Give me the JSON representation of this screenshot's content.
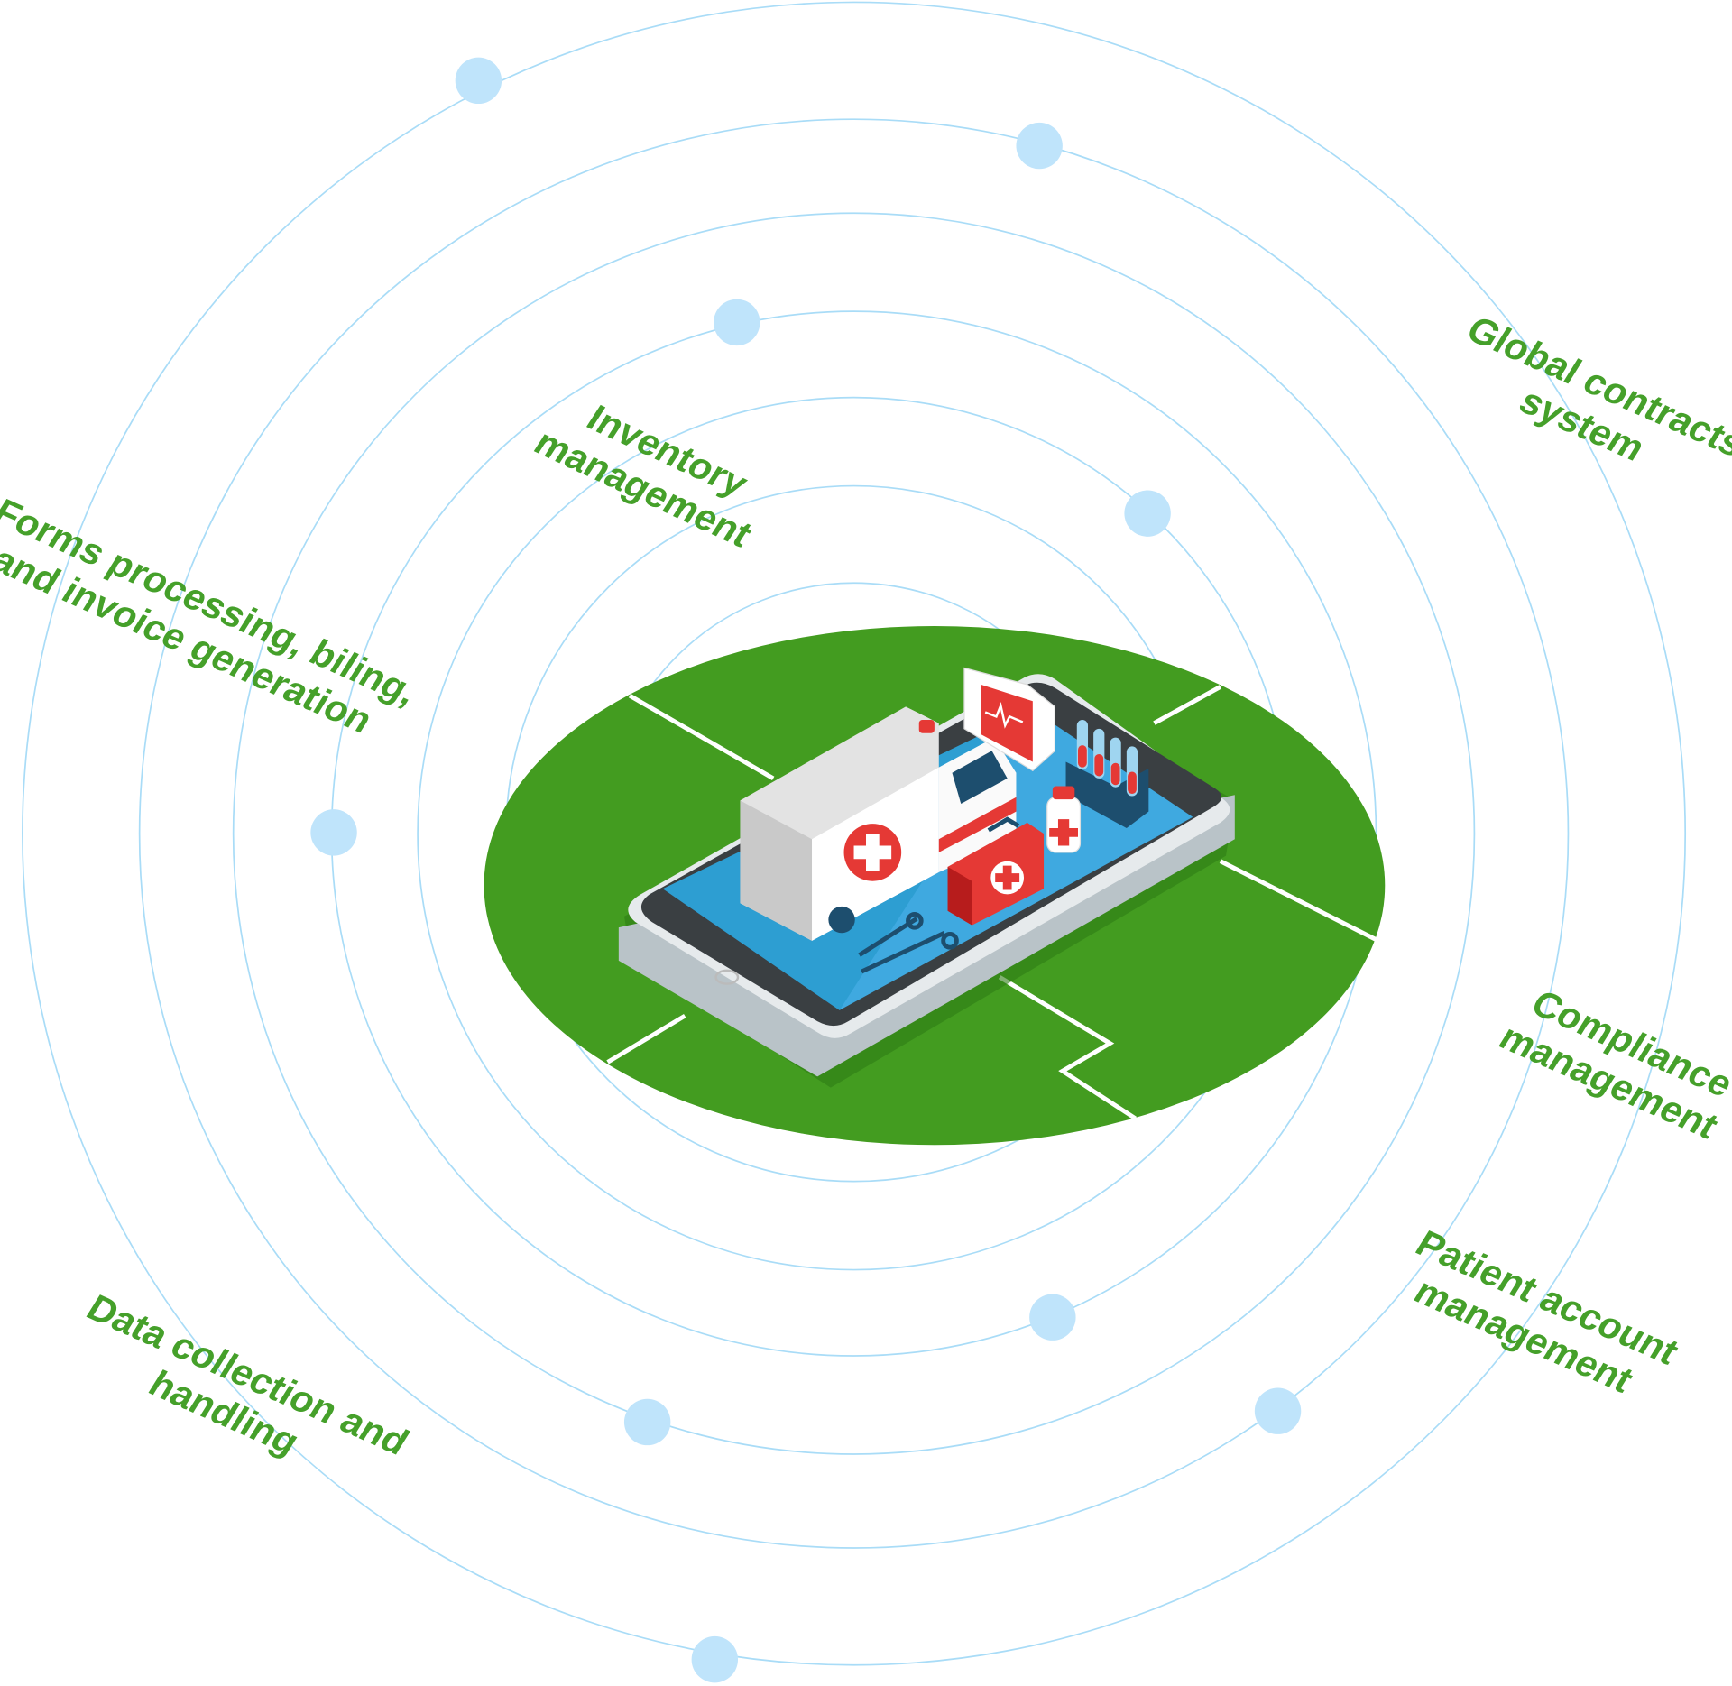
{
  "colors": {
    "label": "#45a02a",
    "orbit": "#a9dcf7",
    "dot": "#bfe4fb",
    "platform": "#439c20",
    "screen": "#3fa9e0",
    "red": "#e53935"
  },
  "labels": {
    "global": [
      "Global contracts",
      "system"
    ],
    "inventory": [
      "Inventory",
      "management"
    ],
    "forms": [
      "Forms processing, biling,",
      "and invoice generation"
    ],
    "compliance": [
      "Compliance",
      "management"
    ],
    "patient": [
      "Patient account",
      "management"
    ],
    "data": [
      "Data collection and",
      "handling"
    ]
  },
  "illustration": {
    "name": "smartphone-with-ambulance",
    "icons": [
      "ambulance-icon",
      "heart-monitor-icon",
      "test-tubes-icon",
      "first-aid-kit-icon",
      "medicine-bottle-icon",
      "scissors-icon"
    ]
  }
}
